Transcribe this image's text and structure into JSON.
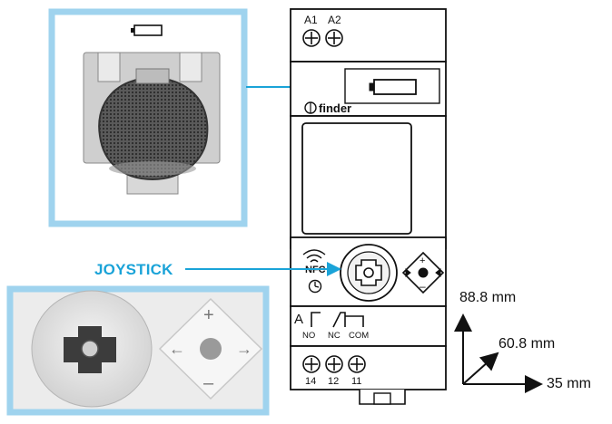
{
  "labels": {
    "joystick": "JOYSTICK"
  },
  "device": {
    "brand": "finder",
    "terminals_top": [
      "A1",
      "A2"
    ],
    "terminals_bottom": [
      "14",
      "12",
      "11"
    ],
    "contact_labels": [
      "NO",
      "NC",
      "COM"
    ],
    "contact_prefix": "A",
    "nfc_label": "NFC"
  },
  "dimensions": {
    "height": "88.8 mm",
    "depth": "60.8 mm",
    "width": "35 mm"
  },
  "colors": {
    "accent": "#1aa3d8",
    "panel_border": "#9fd3ee",
    "line": "#111111"
  },
  "icons": [
    "battery-icon",
    "wifi-nfc-icon",
    "clock-icon",
    "plus-icon",
    "minus-icon",
    "arrow-left-icon",
    "arrow-right-icon"
  ]
}
